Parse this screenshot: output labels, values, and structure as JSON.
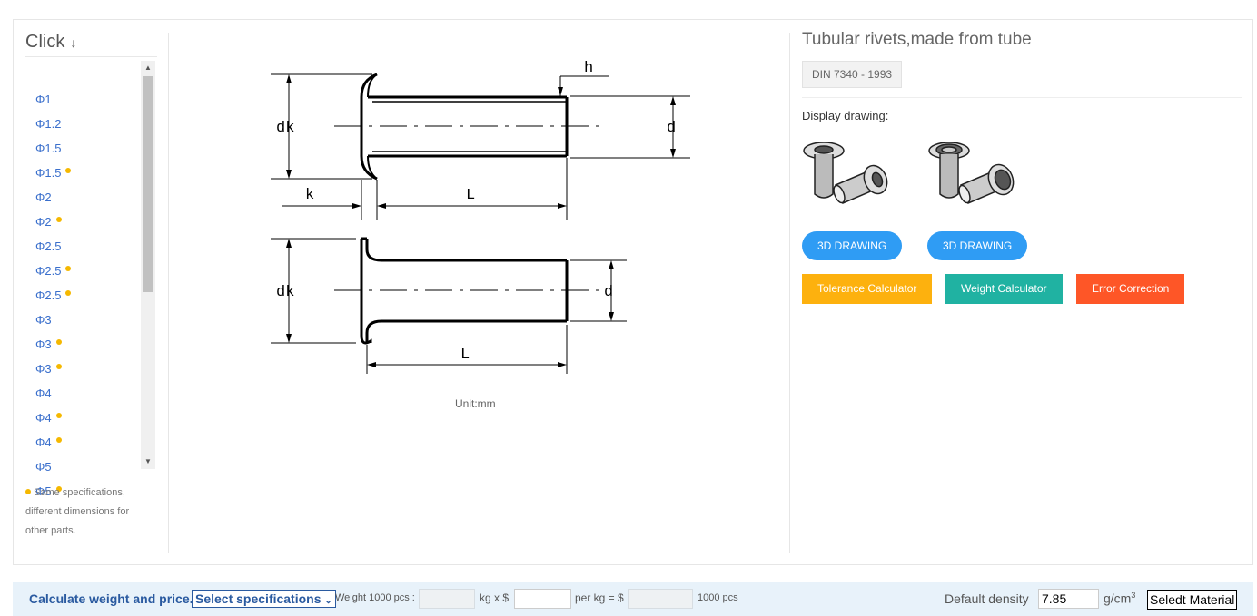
{
  "sidebar": {
    "title": "Click",
    "specs": [
      {
        "label": "Φ1",
        "alt": false
      },
      {
        "label": "Φ1.2",
        "alt": false
      },
      {
        "label": "Φ1.5",
        "alt": false
      },
      {
        "label": "Φ1.5",
        "alt": true
      },
      {
        "label": "Φ2",
        "alt": false
      },
      {
        "label": "Φ2",
        "alt": true
      },
      {
        "label": "Φ2.5",
        "alt": false
      },
      {
        "label": "Φ2.5",
        "alt": true
      },
      {
        "label": "Φ2.5",
        "alt": true
      },
      {
        "label": "Φ3",
        "alt": false
      },
      {
        "label": "Φ3",
        "alt": true
      },
      {
        "label": "Φ3",
        "alt": true
      },
      {
        "label": "Φ4",
        "alt": false
      },
      {
        "label": "Φ4",
        "alt": true
      },
      {
        "label": "Φ4",
        "alt": true
      },
      {
        "label": "Φ5",
        "alt": false
      },
      {
        "label": "Φ5",
        "alt": true
      }
    ],
    "legend": "Same specifications, different dimensions for other parts."
  },
  "drawing": {
    "labels": {
      "dk": "dk",
      "d": "d",
      "h": "h",
      "k": "k",
      "L": "L"
    },
    "unit": "Unit:mm"
  },
  "product": {
    "title": "Tubular rivets,made from tube",
    "standard": "DIN 7340 - 1993",
    "display_label": "Display drawing:",
    "btn_3d_1": "3D DRAWING",
    "btn_3d_2": "3D DRAWING"
  },
  "tools": {
    "tolerance": "Tolerance Calculator",
    "weight": "Weight Calculator",
    "error": "Error Correction",
    "colors": {
      "tolerance": "#fdb10e",
      "weight": "#20b2a2",
      "error": "#fe5627",
      "blue": "#2f9cf4"
    }
  },
  "calc": {
    "title": "Calculate weight and price.",
    "select_value": "Select specifications",
    "weight_label": "Weight 1000 pcs :",
    "kg_x": "kg x $",
    "per_kg": "per kg = $",
    "per_1000": "1000 pcs",
    "density_label": "Default density",
    "density_value": "7.85",
    "density_unit": "g/cm",
    "density_exp": "3",
    "material_button": "Seledt Material"
  }
}
